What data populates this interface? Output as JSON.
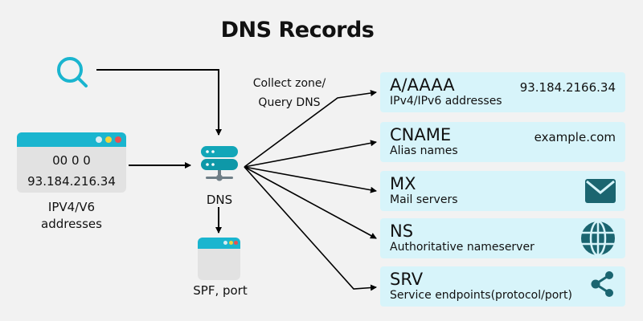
{
  "title": "DNS Records",
  "query_label_line1": "Collect zone/",
  "query_label_line2": "Query DNS",
  "ip_window": {
    "line1": "00 0 0",
    "line2": "93.184.216.34",
    "label_line1": "IPV4/V6",
    "label_line2": "addresses"
  },
  "dns_label": "DNS",
  "spf_label": "SPF, port",
  "colors": {
    "accent": "#1ab5cf",
    "server": "#0e98a8",
    "record_bg": "#d7f4fa",
    "record_icon": "#1b6570"
  },
  "records": [
    {
      "name": "A/AAAA",
      "desc": "IPv4/IPv6 addresses",
      "value": "93.184.2166.34",
      "icon": ""
    },
    {
      "name": "CNAME",
      "desc": "Alias names",
      "value": "example.com",
      "icon": ""
    },
    {
      "name": "MX",
      "desc": "Mail servers",
      "value": "",
      "icon": "envelope-icon"
    },
    {
      "name": "NS",
      "desc": "Authoritative nameserver",
      "value": "",
      "icon": "globe-icon"
    },
    {
      "name": "SRV",
      "desc": "Service endpoints(protocol/port)",
      "value": "",
      "icon": "share-icon"
    }
  ]
}
